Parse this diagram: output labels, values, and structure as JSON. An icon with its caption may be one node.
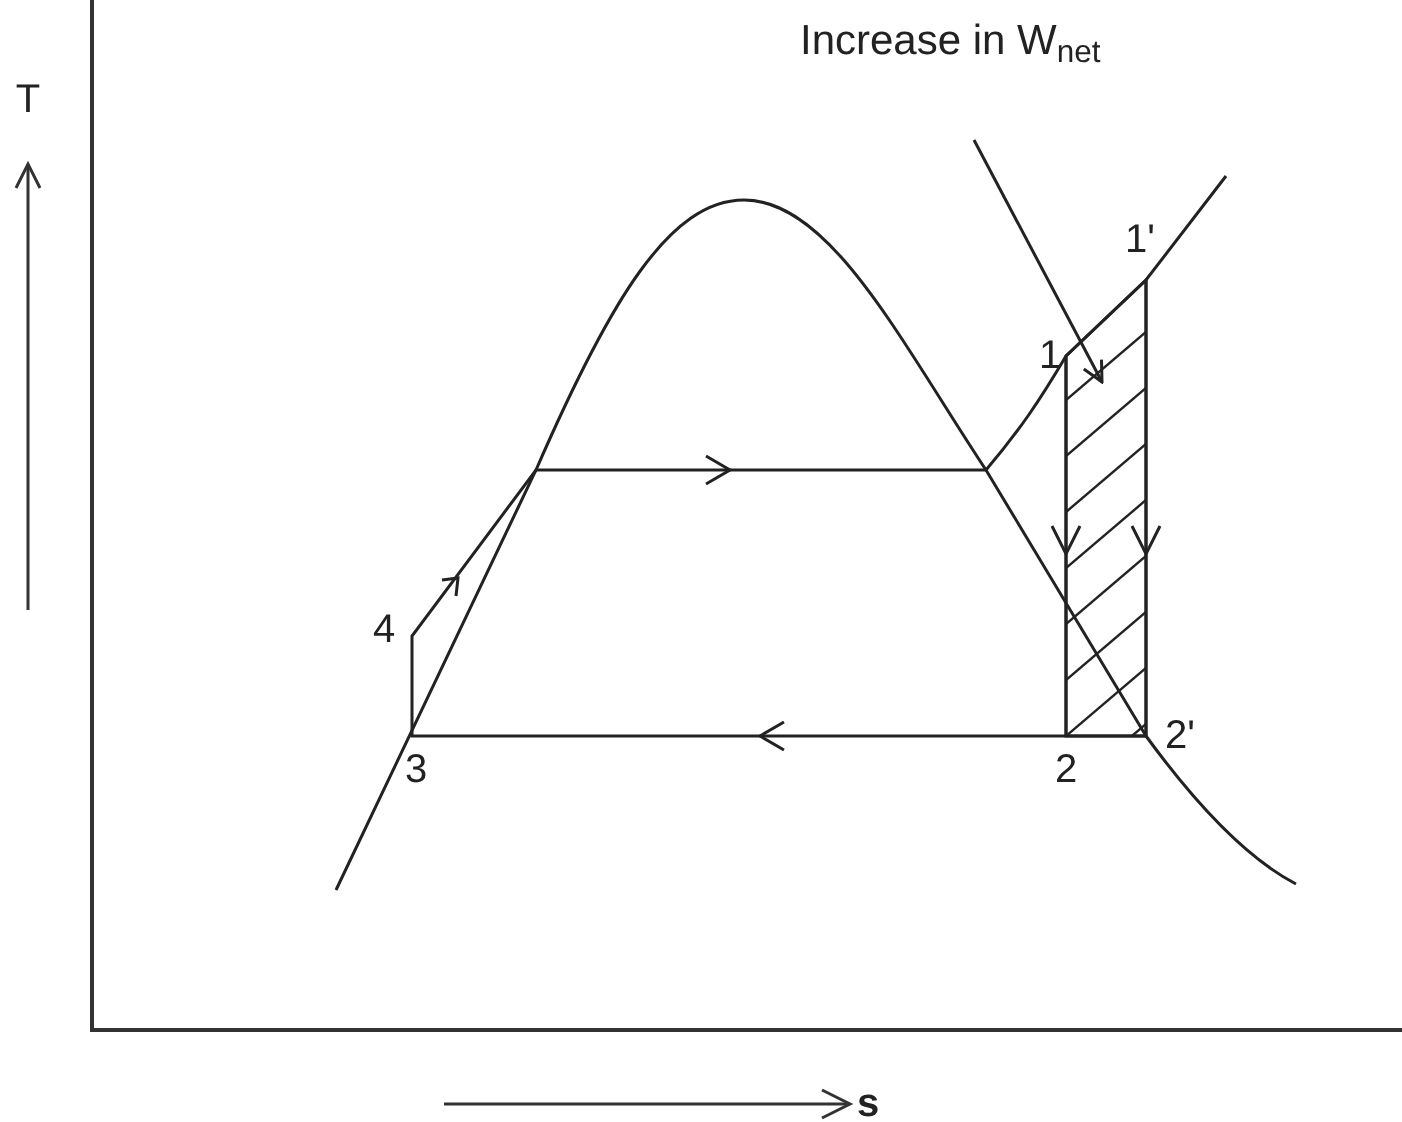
{
  "diagram": {
    "nodes": [
      {
        "text": [
          "Increase in W$_{net}$"
        ]
      },
      {
        "text": [],
        "shape": "box"
      }
    ],
    "edges": [
      {
        "from": 0,
        "to": 1,
        "arrow": "to"
      }
    ],
    "labels": [
      "T",
      "1'",
      "1",
      "4",
      "3",
      "2",
      "2'",
      "s"
    ]
  }
}
